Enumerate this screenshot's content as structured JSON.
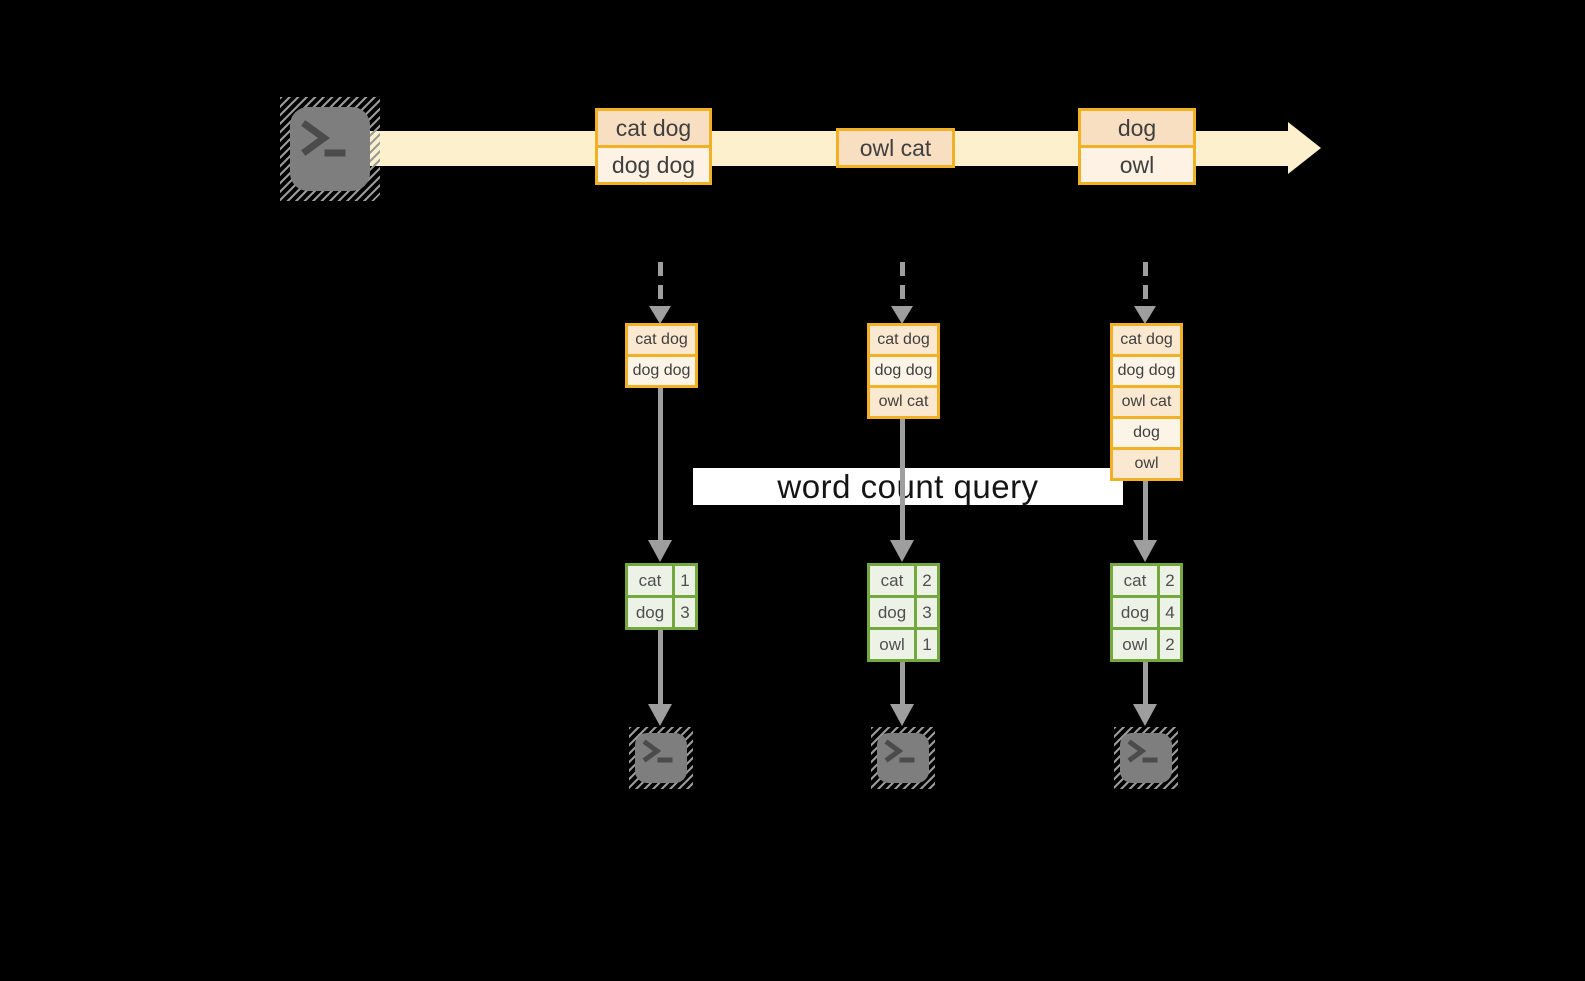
{
  "overlay": {
    "label": "word count query"
  },
  "stream": {
    "events": [
      {
        "lines": [
          "cat dog",
          "dog dog"
        ]
      },
      {
        "lines": [
          "owl cat"
        ]
      },
      {
        "lines": [
          "dog",
          "owl"
        ]
      }
    ]
  },
  "pipelines": [
    {
      "buffer": [
        "cat dog",
        "dog dog"
      ],
      "counts": {
        "rows": [
          [
            "cat",
            "1"
          ],
          [
            "dog",
            "3"
          ]
        ]
      }
    },
    {
      "buffer": [
        "cat dog",
        "dog dog",
        "owl cat"
      ],
      "counts": {
        "rows": [
          [
            "cat",
            "2"
          ],
          [
            "dog",
            "3"
          ],
          [
            "owl",
            "1"
          ]
        ]
      }
    },
    {
      "buffer": [
        "cat dog",
        "dog dog",
        "owl cat",
        "dog",
        "owl"
      ],
      "counts": {
        "rows": [
          [
            "cat",
            "2"
          ],
          [
            "dog",
            "4"
          ],
          [
            "owl",
            "2"
          ]
        ]
      }
    }
  ],
  "icons": {
    "source": "terminal-icon",
    "sinks": [
      "terminal-icon",
      "terminal-icon",
      "terminal-icon"
    ]
  },
  "colors": {
    "background": "#000000",
    "stream_arrow": "#fdf0cd",
    "box_border": "#f2b024",
    "box_fill_dark": "#f9dfc2",
    "box_fill_light": "#fdf2e3",
    "table_border": "#74a83e",
    "table_fill": "#edf2e7",
    "flow_arrow": "#9e9e9e",
    "terminal_gray": "#7e7e7e",
    "banner_bg": "#ffffff"
  }
}
